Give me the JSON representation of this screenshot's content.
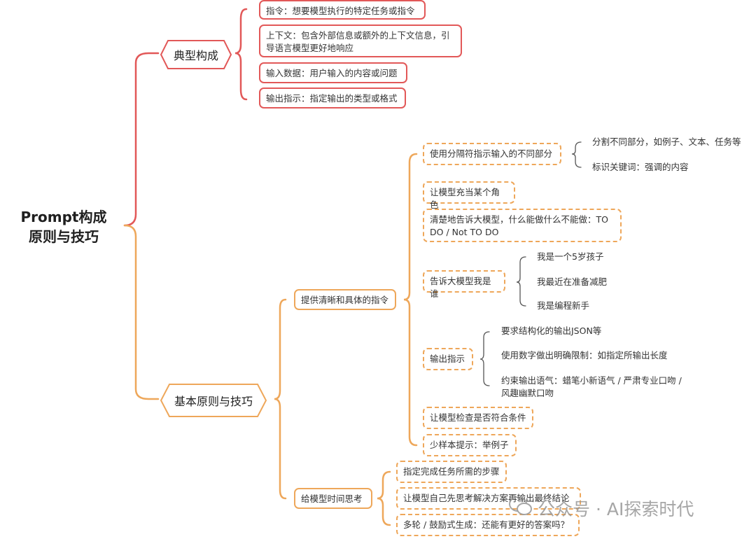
{
  "root": {
    "line1": "Prompt构成",
    "line2": "原则与技巧"
  },
  "colors": {
    "red": "#e25858",
    "orange": "#eea75a"
  },
  "sections": {
    "typical": {
      "label": "典型构成",
      "items": [
        "指令：想要模型执行的特定任务或指令",
        "上下文：包含外部信息或额外的上下文信息，引导语言模型更好地响应",
        "输入数据：用户输入的内容或问题",
        "输出指示：指定输出的类型或格式"
      ]
    },
    "principles": {
      "label": "基本原则与技巧",
      "clear": {
        "label": "提供清晰和具体的指令",
        "delimiter": {
          "label": "使用分隔符指示输入的不同部分",
          "children": [
            "分割不同部分，如例子、文本、任务等",
            "标识关键词：强调的内容"
          ]
        },
        "role": "让模型充当某个角色",
        "todo": "清楚地告诉大模型，什么能做什么不能做：TO DO / Not TO DO",
        "who": {
          "label": "告诉大模型我是谁",
          "children": [
            "我是一个5岁孩子",
            "我最近在准备减肥",
            "我是编程新手"
          ]
        },
        "output": {
          "label": "输出指示",
          "children": [
            "要求结构化的输出JSON等",
            "使用数字做出明确限制：如指定所输出长度",
            "约束输出语气：蜡笔小新语气 / 严肃专业口吻 / 风趣幽默口吻"
          ]
        },
        "check": "让模型检查是否符合条件",
        "fewshot": "少样本提示：举例子"
      },
      "think": {
        "label": "给模型时间思考",
        "items": [
          "指定完成任务所需的步骤",
          "让模型自己先思考解决方案再输出最终结论",
          "多轮 / 鼓励式生成：还能有更好的答案吗？"
        ]
      }
    }
  },
  "watermark": "公众号 · AI探索时代"
}
